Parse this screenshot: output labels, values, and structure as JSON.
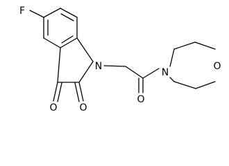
{
  "molecule": {
    "atoms": {
      "fluorine": "F",
      "indole_nitrogen": "N",
      "ketone_oxygen_c3": "O",
      "amide_oxygen_c2": "O",
      "acetyl_oxygen": "O",
      "morpholine_nitrogen": "N",
      "morpholine_oxygen": "O"
    }
  },
  "colors": {
    "bond": "#000000",
    "label": "#000000",
    "background": "#ffffff"
  }
}
